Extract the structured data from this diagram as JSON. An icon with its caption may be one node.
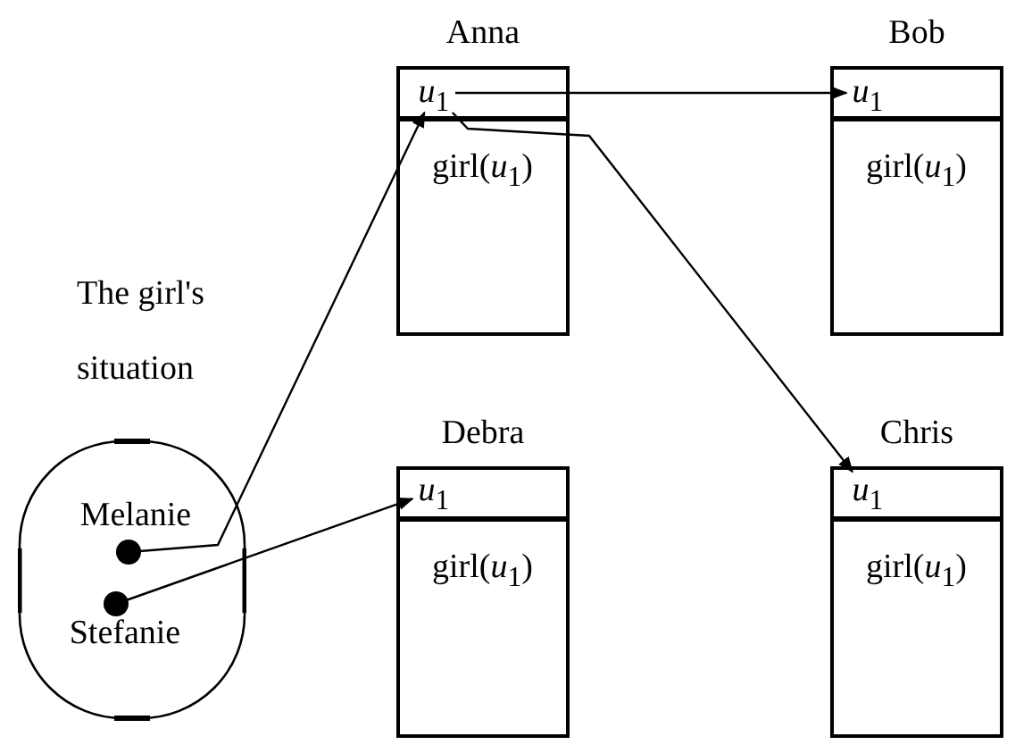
{
  "diagram": {
    "nodes": [
      {
        "text": [
          "The girl's situation"
        ]
      },
      {
        "text": [
          "Melanie"
        ],
        "in": 0
      },
      {
        "text": [
          "Stefanie"
        ],
        "in": 0
      },
      {
        "text": [
          "Anna",
          "girl(*u*$_{1}$)"
        ]
      },
      {
        "text": [
          "*u*$_{1}$"
        ],
        "in": 3
      },
      {
        "text": [
          "Bob",
          "girl(*u*$_{1}$)"
        ]
      },
      {
        "text": [
          "*u*$_{1}$"
        ],
        "in": 5
      },
      {
        "text": [
          "Debra",
          "girl(*u*$_{1}$)"
        ]
      },
      {
        "text": [
          "*u*$_{1}$"
        ],
        "in": 7
      },
      {
        "text": [
          "Chris",
          "girl(*u*$_{1}$)"
        ]
      },
      {
        "text": [
          "*u*$_{1}$"
        ],
        "in": 9
      }
    ],
    "edges": [
      {
        "from": 1,
        "to": 4,
        "arrow": "to"
      },
      {
        "from": 4,
        "to": 6,
        "arrow": "to"
      },
      {
        "from": 4,
        "to": 10,
        "arrow": "to"
      },
      {
        "from": 2,
        "to": 8,
        "arrow": "to"
      }
    ]
  }
}
